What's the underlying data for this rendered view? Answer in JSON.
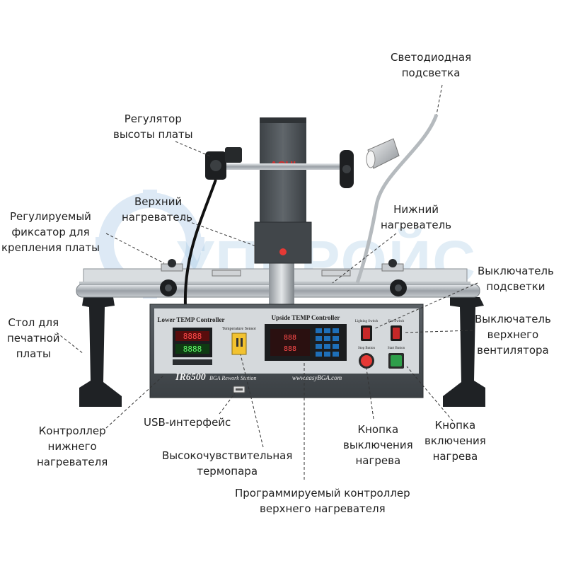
{
  "watermark": "УПЕРОЙС",
  "machine": {
    "brand": "ACHI",
    "lower_panel_title": "Lower TEMP Controller",
    "upper_panel_title": "Upside TEMP Controller",
    "sensor_label": "Temperature Sensor",
    "lighting_switch": "Lighting Switch",
    "fan_switch": "Fan Switch",
    "stop_button": "Stop Button",
    "start_button": "Start Button",
    "model": "IR6500",
    "model_subtitle": "BGA Rework Station",
    "website": "www.easyBGA.com"
  },
  "callouts": {
    "led_light": [
      "Светодиодная",
      "подсветка"
    ],
    "height_regulator": [
      "Регулятор",
      "высоты платы"
    ],
    "upper_heater": [
      "Верхний",
      "нагреватель"
    ],
    "lower_heater": [
      "Нижний",
      "нагреватель"
    ],
    "board_clamp": [
      "Регулируемый",
      "фиксатор для",
      "крепления платы"
    ],
    "light_switch": [
      "Выключатель",
      "подсветки"
    ],
    "fan_switch": [
      "Выключатель",
      "верхнего",
      "вентилятора"
    ],
    "pcb_table": [
      "Стол для",
      "печатной",
      "платы"
    ],
    "usb": [
      "USB-интерфейс"
    ],
    "lower_controller": [
      "Контроллер",
      "нижнего",
      "нагревателя"
    ],
    "thermocouple": [
      "Высокочувствительная",
      "термопара"
    ],
    "stop_heating": [
      "Кнопка",
      "выключения",
      "нагрева"
    ],
    "start_heating": [
      "Кнопка",
      "включения",
      "нагрева"
    ],
    "upper_controller": [
      "Программируемый контроллер",
      "верхнего нагревателя"
    ]
  }
}
